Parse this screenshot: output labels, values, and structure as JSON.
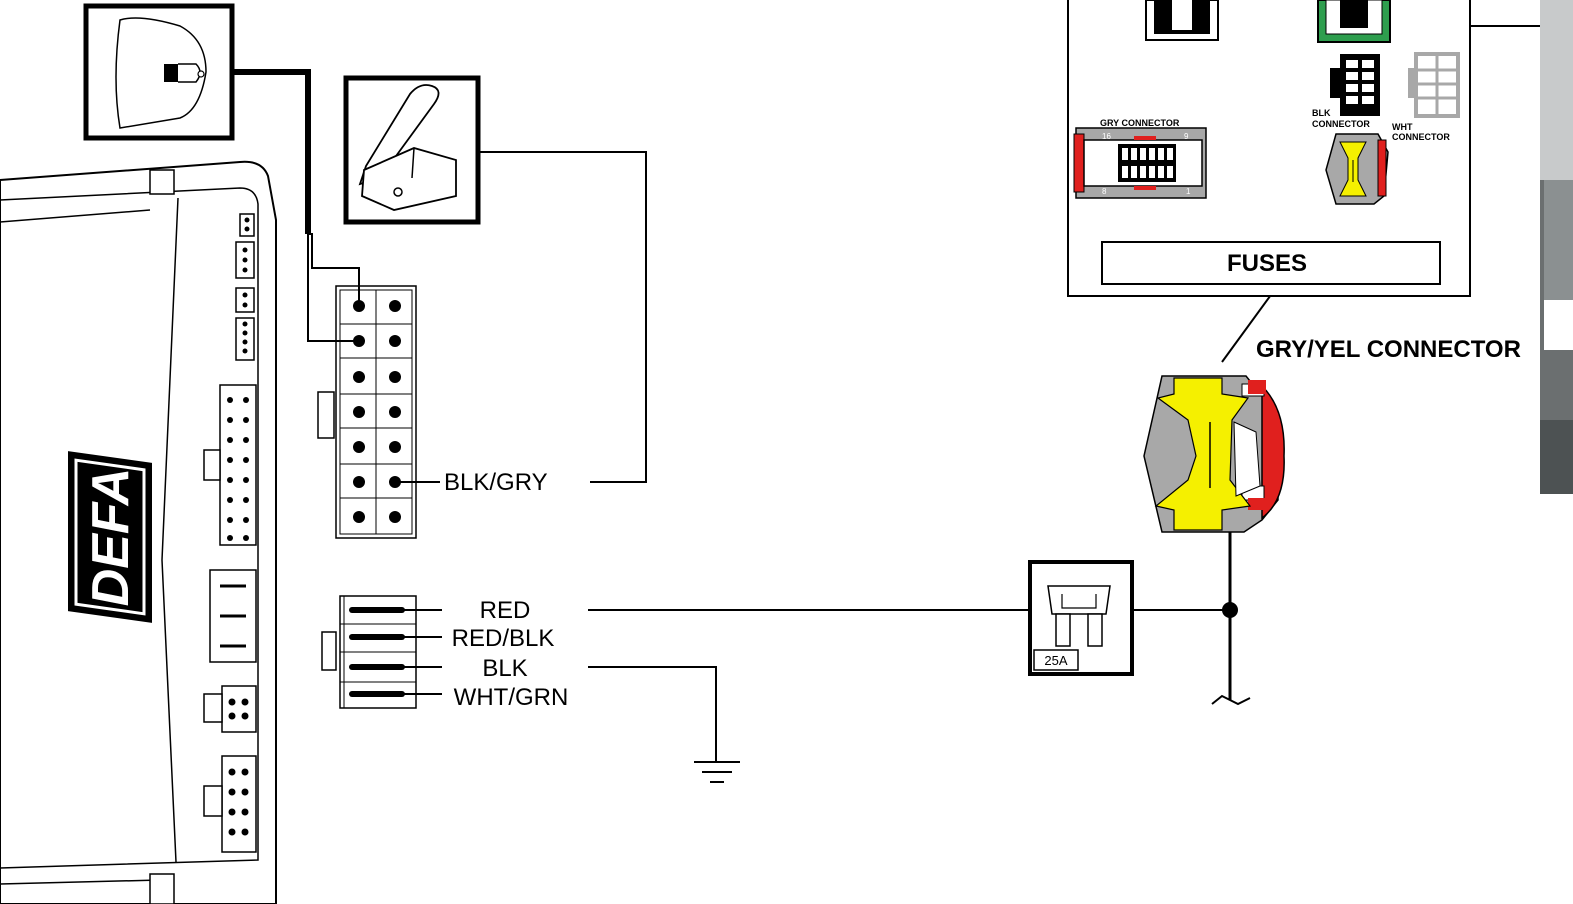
{
  "module": {
    "logo": "DEFA"
  },
  "labels": {
    "blk_gry": "BLK/GRY",
    "red": "RED",
    "red_blk": "RED/BLK",
    "blk": "BLK",
    "wht_grn": "WHT/GRN",
    "fuses": "FUSES",
    "gry_yel_connector": "GRY/YEL CONNECTOR",
    "gry_connector": "GRY CONNECTOR",
    "blk_connector_1": "BLK",
    "blk_connector_2": "CONNECTOR",
    "wht_connector_1": "WHT",
    "wht_connector_2": "CONNECTOR",
    "fuse_rating": "25A",
    "pin_16": "16",
    "pin_9": "9",
    "pin_8": "8",
    "pin_1": "1"
  },
  "colors": {
    "line": "#000000",
    "connector_yellow": "#f5f000",
    "connector_gray": "#a8a8a8",
    "latch_red": "#e0201e",
    "housing_green": "#2e9e4e",
    "photo_gray": "#6b6f70"
  }
}
